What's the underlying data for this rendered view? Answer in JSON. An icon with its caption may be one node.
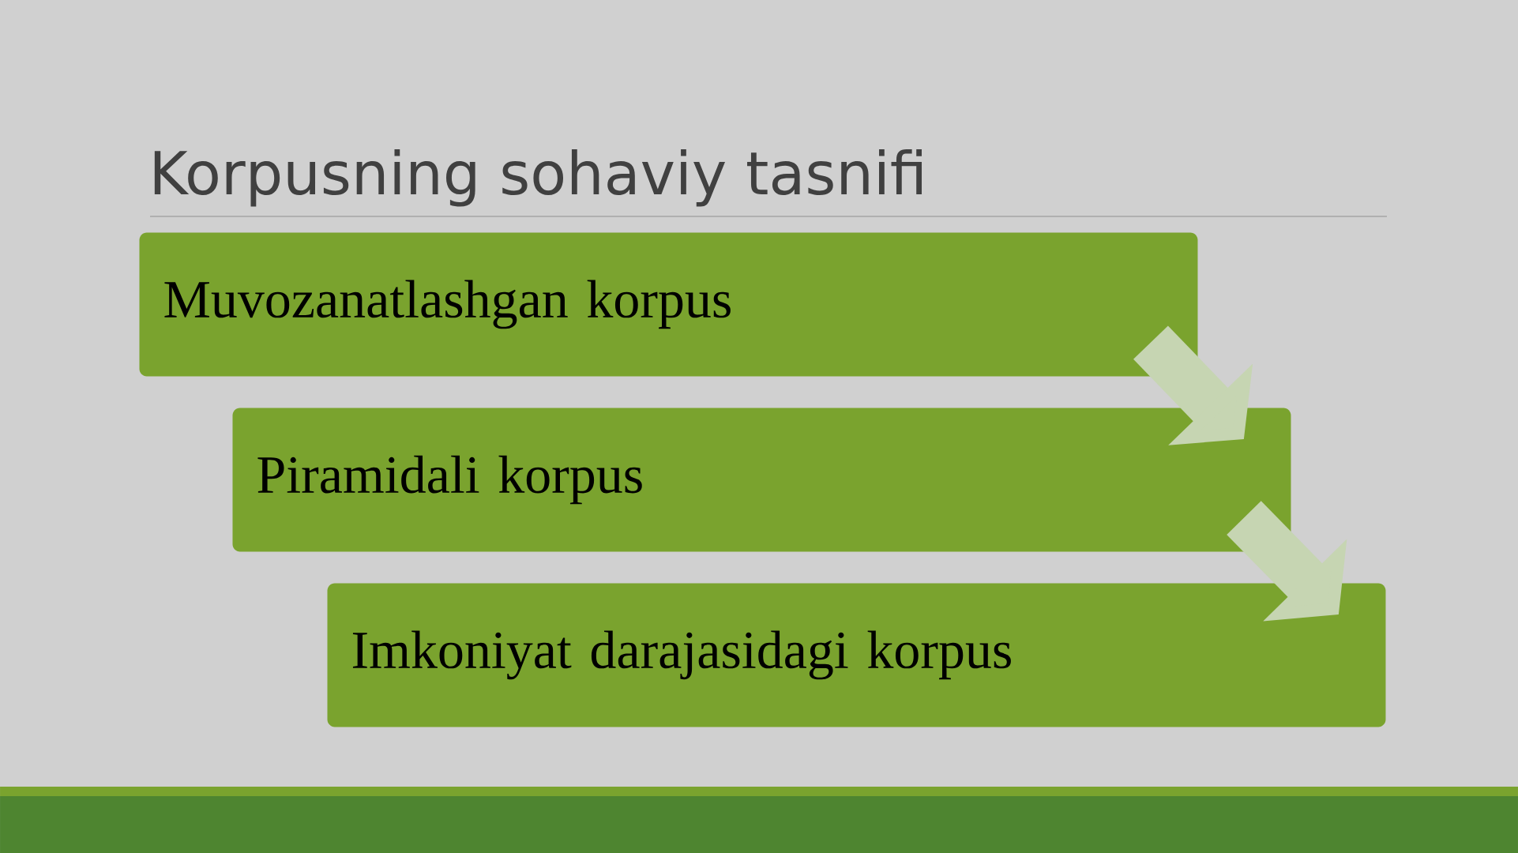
{
  "diagram": {
    "title": "Korpusning sohaviy tasnifi",
    "nodes": [
      {
        "text": [
          "Muvozanatlashgan korpus"
        ]
      },
      {
        "text": [
          "Piramidali korpus"
        ]
      },
      {
        "text": [
          "Imkoniyat darajasidagi korpus"
        ]
      }
    ],
    "edges": [
      {
        "from": 0,
        "to": 1,
        "arrow": "to"
      },
      {
        "from": 1,
        "to": 2,
        "arrow": "to"
      }
    ]
  }
}
